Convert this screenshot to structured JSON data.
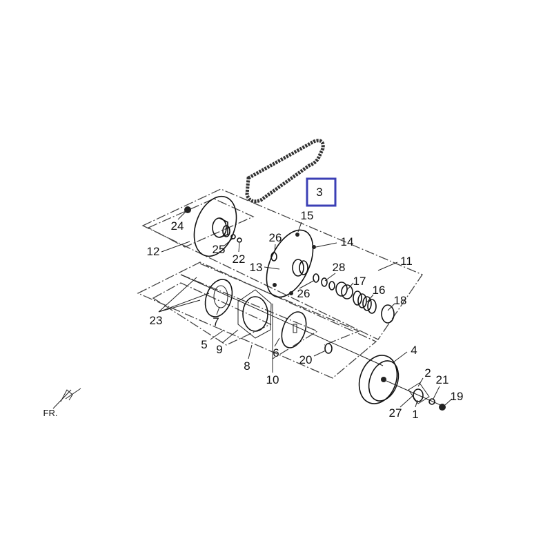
{
  "diagram": {
    "highlight_color": "#3b3fb5",
    "highlighted_part": "3",
    "direction_label": "FR.",
    "callouts": [
      "3",
      "15",
      "24",
      "26",
      "14",
      "12",
      "25",
      "22",
      "13",
      "28",
      "11",
      "17",
      "26",
      "16",
      "18",
      "23",
      "7",
      "5",
      "9",
      "6",
      "8",
      "20",
      "10",
      "4",
      "2",
      "21",
      "19",
      "27",
      "1"
    ]
  }
}
